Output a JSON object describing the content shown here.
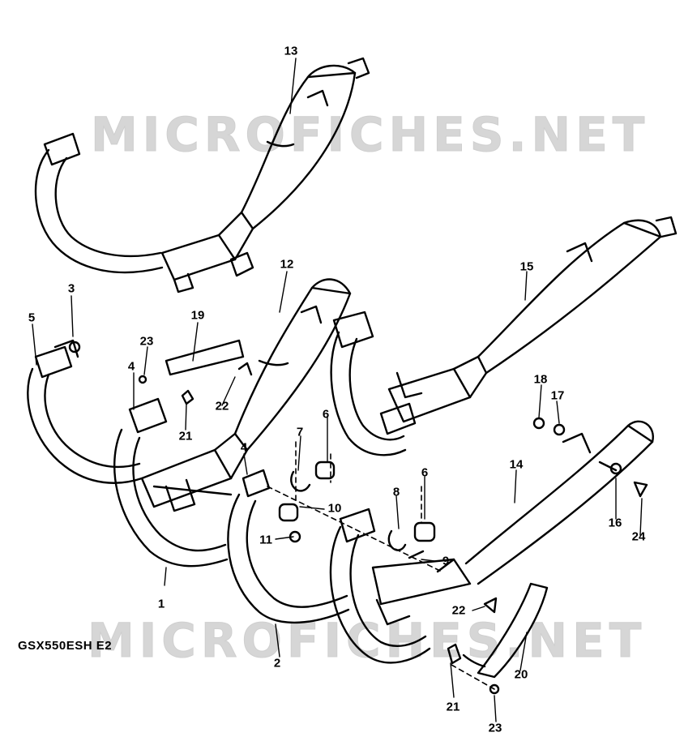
{
  "watermark": "MICROFICHES.NET",
  "model_code": "GSX550ESH E2",
  "callouts": [
    "1",
    "2",
    "3",
    "4",
    "4",
    "5",
    "6",
    "6",
    "7",
    "8",
    "9",
    "10",
    "11",
    "12",
    "13",
    "14",
    "15",
    "16",
    "17",
    "18",
    "19",
    "20",
    "21",
    "21",
    "22",
    "22",
    "23",
    "23",
    "24"
  ],
  "colors": {
    "line": "#000000",
    "background": "#ffffff",
    "watermark": "#d6d6d6"
  }
}
